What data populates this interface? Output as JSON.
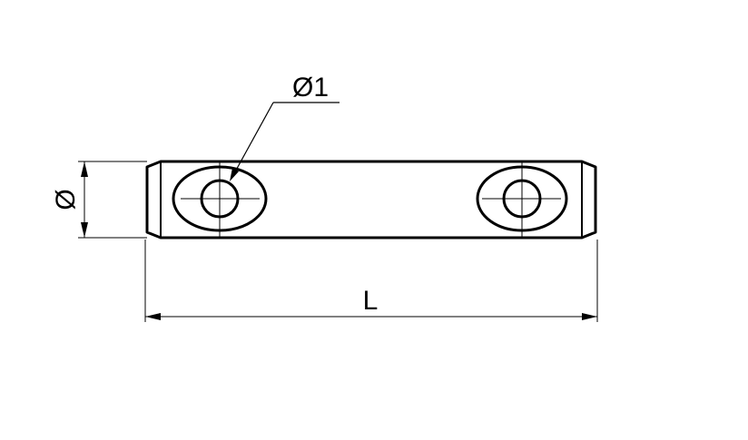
{
  "labels": {
    "hole_diameter": "Ø1",
    "pin_diameter": "Ø",
    "length": "L"
  },
  "colors": {
    "line": "#000000",
    "background": "#ffffff"
  }
}
